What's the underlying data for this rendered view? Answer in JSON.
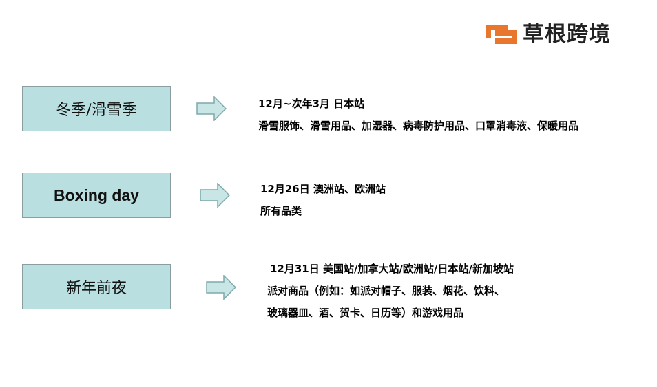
{
  "logo": {
    "text": "草根跨境",
    "colors": {
      "orange": "#e8762c"
    },
    "icon": "brand-mark-icon"
  },
  "rows": [
    {
      "label": "冬季/滑雪季",
      "lines": [
        "12月~次年3月 日本站",
        "滑雪服饰、滑雪用品、加湿器、病毒防护用品、口罩消毒液、保暖用品"
      ]
    },
    {
      "label": "Boxing day",
      "lines": [
        "12月26日 澳洲站、欧洲站",
        "所有品类"
      ]
    },
    {
      "label": "新年前夜",
      "lines": [
        "12月31日 美国站/加拿大站/欧洲站/日本站/新加坡站",
        "派对商品（例如：如派对帽子、服装、烟花、饮料、",
        "玻璃器皿、酒、贺卡、日历等）和游戏用品"
      ]
    }
  ],
  "colors": {
    "box_fill": "#b9dfe0",
    "box_border": "#8a9ea0",
    "arrow_fill": "#c8e6e6",
    "arrow_stroke": "#7fa8aa"
  }
}
